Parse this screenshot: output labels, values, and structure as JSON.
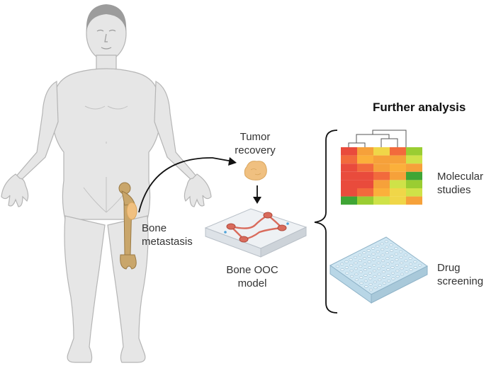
{
  "labels": {
    "further_analysis": "Further analysis",
    "tumor_recovery": [
      "Tumor",
      "recovery"
    ],
    "bone_metastasis": [
      "Bone",
      "metastasis"
    ],
    "bone_ooc_model": [
      "Bone OOC",
      "model"
    ],
    "molecular_studies": [
      "Molecular",
      "studies"
    ],
    "drug_screening": [
      "Drug",
      "screening"
    ]
  },
  "colors": {
    "skin": "#e6e6e6",
    "skin_outline": "#b5b5b5",
    "hair": "#9c9c9c",
    "bone": "#c9a66b",
    "tumor": "#f0c080",
    "chip_channel": "#d96b5c",
    "plate": "#cfe6f2",
    "text": "#333333"
  },
  "heatmap_rows": [
    [
      "#e94b3c",
      "#f6a13a",
      "#f0d648",
      "#f26a3c",
      "#9acd32"
    ],
    [
      "#f26a3c",
      "#fbb03b",
      "#f6a13a",
      "#f6a13a",
      "#cfe248"
    ],
    [
      "#e94b3c",
      "#f26a3c",
      "#f6a13a",
      "#fbb03b",
      "#f6a13a"
    ],
    [
      "#e94b3c",
      "#e94b3c",
      "#f26a3c",
      "#f6a13a",
      "#3fa535"
    ],
    [
      "#e94b3c",
      "#e94b3c",
      "#f6a13a",
      "#cfe248",
      "#9acd32"
    ],
    [
      "#e94b3c",
      "#f26a3c",
      "#fbb03b",
      "#f0d648",
      "#cfe248"
    ],
    [
      "#3fa535",
      "#9acd32",
      "#cfe248",
      "#f0d648",
      "#f6a13a"
    ]
  ]
}
